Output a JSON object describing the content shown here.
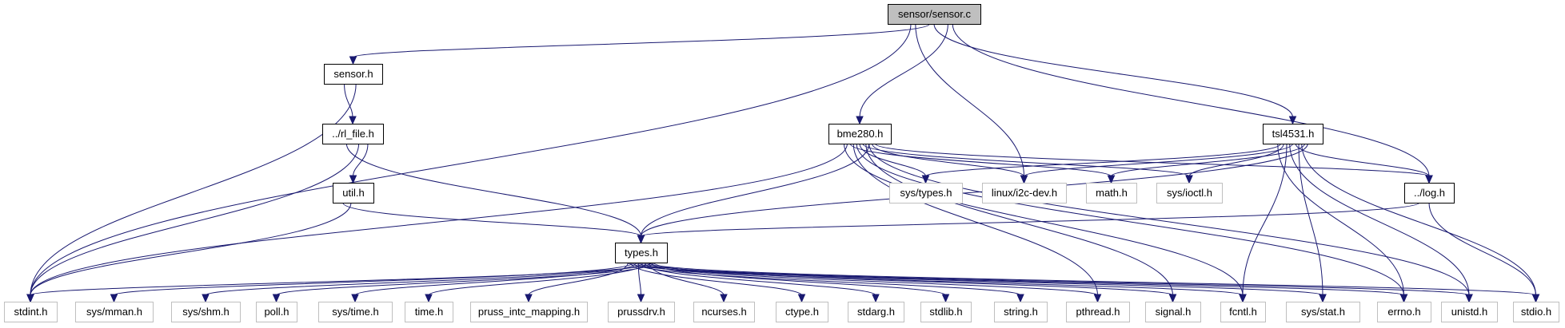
{
  "title": "sensor/sensor.c include dependency graph",
  "colors": {
    "edge": "#191970",
    "root_fill": "#bfbfbf",
    "documented_border": "#000000",
    "leaf_border": "#bfbfbf"
  },
  "nodes": [
    {
      "id": "root",
      "label": "sensor/sensor.c",
      "kind": "root"
    },
    {
      "id": "sensor_h",
      "label": "sensor.h",
      "kind": "documented"
    },
    {
      "id": "rl_file_h",
      "label": "../rl_file.h",
      "kind": "documented"
    },
    {
      "id": "util_h",
      "label": "util.h",
      "kind": "documented"
    },
    {
      "id": "bme280_h",
      "label": "bme280.h",
      "kind": "documented"
    },
    {
      "id": "tsl4531_h",
      "label": "tsl4531.h",
      "kind": "documented"
    },
    {
      "id": "log_h",
      "label": "../log.h",
      "kind": "documented"
    },
    {
      "id": "types_h",
      "label": "types.h",
      "kind": "documented"
    },
    {
      "id": "sys_types_h",
      "label": "sys/types.h",
      "kind": "external"
    },
    {
      "id": "i2c_dev_h",
      "label": "linux/i2c-dev.h",
      "kind": "external"
    },
    {
      "id": "math_h",
      "label": "math.h",
      "kind": "external"
    },
    {
      "id": "sys_ioctl_h",
      "label": "sys/ioctl.h",
      "kind": "external"
    },
    {
      "id": "stdint_h",
      "label": "stdint.h",
      "kind": "external"
    },
    {
      "id": "sys_mman_h",
      "label": "sys/mman.h",
      "kind": "external"
    },
    {
      "id": "sys_shm_h",
      "label": "sys/shm.h",
      "kind": "external"
    },
    {
      "id": "poll_h",
      "label": "poll.h",
      "kind": "external"
    },
    {
      "id": "sys_time_h",
      "label": "sys/time.h",
      "kind": "external"
    },
    {
      "id": "time_h",
      "label": "time.h",
      "kind": "external"
    },
    {
      "id": "pruss_intc_h",
      "label": "pruss_intc_mapping.h",
      "kind": "external"
    },
    {
      "id": "prussdrv_h",
      "label": "prussdrv.h",
      "kind": "external"
    },
    {
      "id": "ncurses_h",
      "label": "ncurses.h",
      "kind": "external"
    },
    {
      "id": "ctype_h",
      "label": "ctype.h",
      "kind": "external"
    },
    {
      "id": "stdarg_h",
      "label": "stdarg.h",
      "kind": "external"
    },
    {
      "id": "stdlib_h",
      "label": "stdlib.h",
      "kind": "external"
    },
    {
      "id": "string_h",
      "label": "string.h",
      "kind": "external"
    },
    {
      "id": "pthread_h",
      "label": "pthread.h",
      "kind": "external"
    },
    {
      "id": "signal_h",
      "label": "signal.h",
      "kind": "external"
    },
    {
      "id": "fcntl_h",
      "label": "fcntl.h",
      "kind": "external"
    },
    {
      "id": "sys_stat_h",
      "label": "sys/stat.h",
      "kind": "external"
    },
    {
      "id": "errno_h",
      "label": "errno.h",
      "kind": "external"
    },
    {
      "id": "unistd_h",
      "label": "unistd.h",
      "kind": "external"
    },
    {
      "id": "stdio_h",
      "label": "stdio.h",
      "kind": "external"
    }
  ],
  "edges": [
    [
      "root",
      "stdint_h"
    ],
    [
      "root",
      "sensor_h"
    ],
    [
      "root",
      "bme280_h"
    ],
    [
      "root",
      "i2c_dev_h"
    ],
    [
      "root",
      "tsl4531_h"
    ],
    [
      "root",
      "log_h"
    ],
    [
      "sensor_h",
      "rl_file_h"
    ],
    [
      "sensor_h",
      "stdint_h"
    ],
    [
      "rl_file_h",
      "util_h"
    ],
    [
      "rl_file_h",
      "types_h"
    ],
    [
      "rl_file_h",
      "stdint_h"
    ],
    [
      "util_h",
      "types_h"
    ],
    [
      "util_h",
      "stdint_h"
    ],
    [
      "bme280_h",
      "types_h"
    ],
    [
      "bme280_h",
      "stdint_h"
    ],
    [
      "bme280_h",
      "sys_types_h"
    ],
    [
      "bme280_h",
      "i2c_dev_h"
    ],
    [
      "bme280_h",
      "math_h"
    ],
    [
      "bme280_h",
      "sys_ioctl_h"
    ],
    [
      "bme280_h",
      "log_h"
    ],
    [
      "bme280_h",
      "pthread_h"
    ],
    [
      "bme280_h",
      "signal_h"
    ],
    [
      "bme280_h",
      "fcntl_h"
    ],
    [
      "bme280_h",
      "errno_h"
    ],
    [
      "bme280_h",
      "unistd_h"
    ],
    [
      "tsl4531_h",
      "sys_types_h"
    ],
    [
      "tsl4531_h",
      "i2c_dev_h"
    ],
    [
      "tsl4531_h",
      "math_h"
    ],
    [
      "tsl4531_h",
      "sys_ioctl_h"
    ],
    [
      "tsl4531_h",
      "log_h"
    ],
    [
      "tsl4531_h",
      "types_h"
    ],
    [
      "tsl4531_h",
      "fcntl_h"
    ],
    [
      "tsl4531_h",
      "sys_stat_h"
    ],
    [
      "tsl4531_h",
      "errno_h"
    ],
    [
      "tsl4531_h",
      "unistd_h"
    ],
    [
      "tsl4531_h",
      "stdio_h"
    ],
    [
      "log_h",
      "types_h"
    ],
    [
      "log_h",
      "stdio_h"
    ],
    [
      "types_h",
      "stdint_h"
    ],
    [
      "types_h",
      "sys_mman_h"
    ],
    [
      "types_h",
      "sys_shm_h"
    ],
    [
      "types_h",
      "poll_h"
    ],
    [
      "types_h",
      "sys_time_h"
    ],
    [
      "types_h",
      "time_h"
    ],
    [
      "types_h",
      "pruss_intc_h"
    ],
    [
      "types_h",
      "prussdrv_h"
    ],
    [
      "types_h",
      "ncurses_h"
    ],
    [
      "types_h",
      "ctype_h"
    ],
    [
      "types_h",
      "stdarg_h"
    ],
    [
      "types_h",
      "stdlib_h"
    ],
    [
      "types_h",
      "string_h"
    ],
    [
      "types_h",
      "pthread_h"
    ],
    [
      "types_h",
      "signal_h"
    ],
    [
      "types_h",
      "fcntl_h"
    ],
    [
      "types_h",
      "sys_stat_h"
    ],
    [
      "types_h",
      "errno_h"
    ],
    [
      "types_h",
      "unistd_h"
    ],
    [
      "types_h",
      "stdio_h"
    ]
  ]
}
